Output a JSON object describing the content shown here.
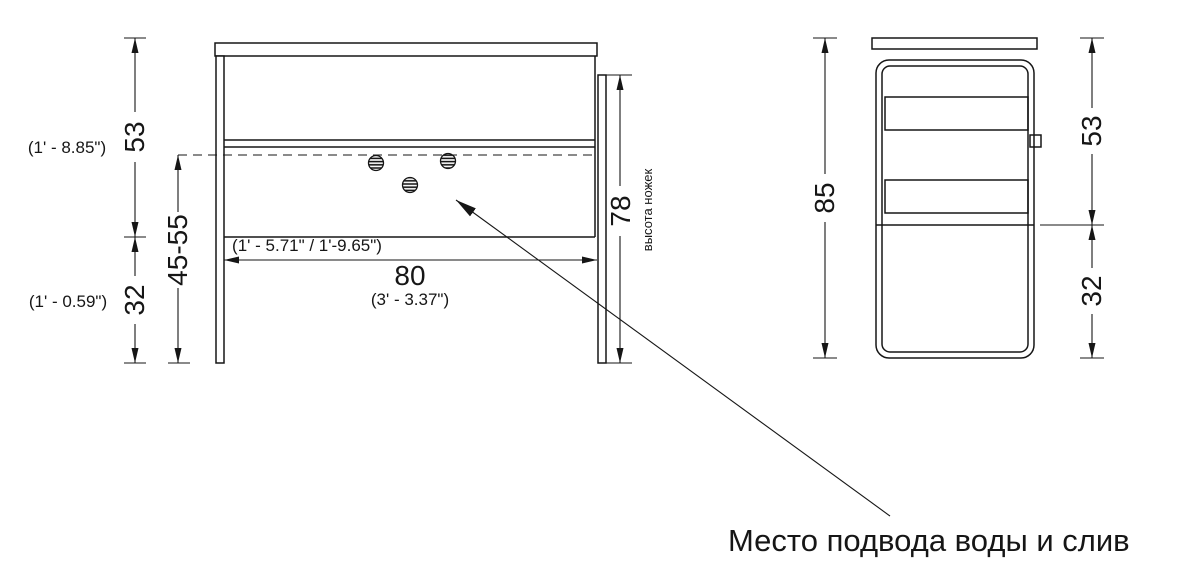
{
  "callout": {
    "label": "Место подвода воды и слив"
  },
  "front_view": {
    "dim_53": {
      "value": "53",
      "imperial": "(1' - 8.85\")"
    },
    "dim_45_55": {
      "value": "45-55",
      "imperial": "(1' - 5.71\" / 1'-9.65\")"
    },
    "dim_32": {
      "value": "32",
      "imperial": "(1' - 0.59\")"
    },
    "dim_80": {
      "value": "80",
      "imperial": "(3' - 3.37\")"
    },
    "dim_78": {
      "value": "78",
      "note": "высота ножек"
    }
  },
  "side_view": {
    "dim_85": {
      "value": "85"
    },
    "dim_53": {
      "value": "53"
    },
    "dim_32": {
      "value": "32"
    }
  }
}
